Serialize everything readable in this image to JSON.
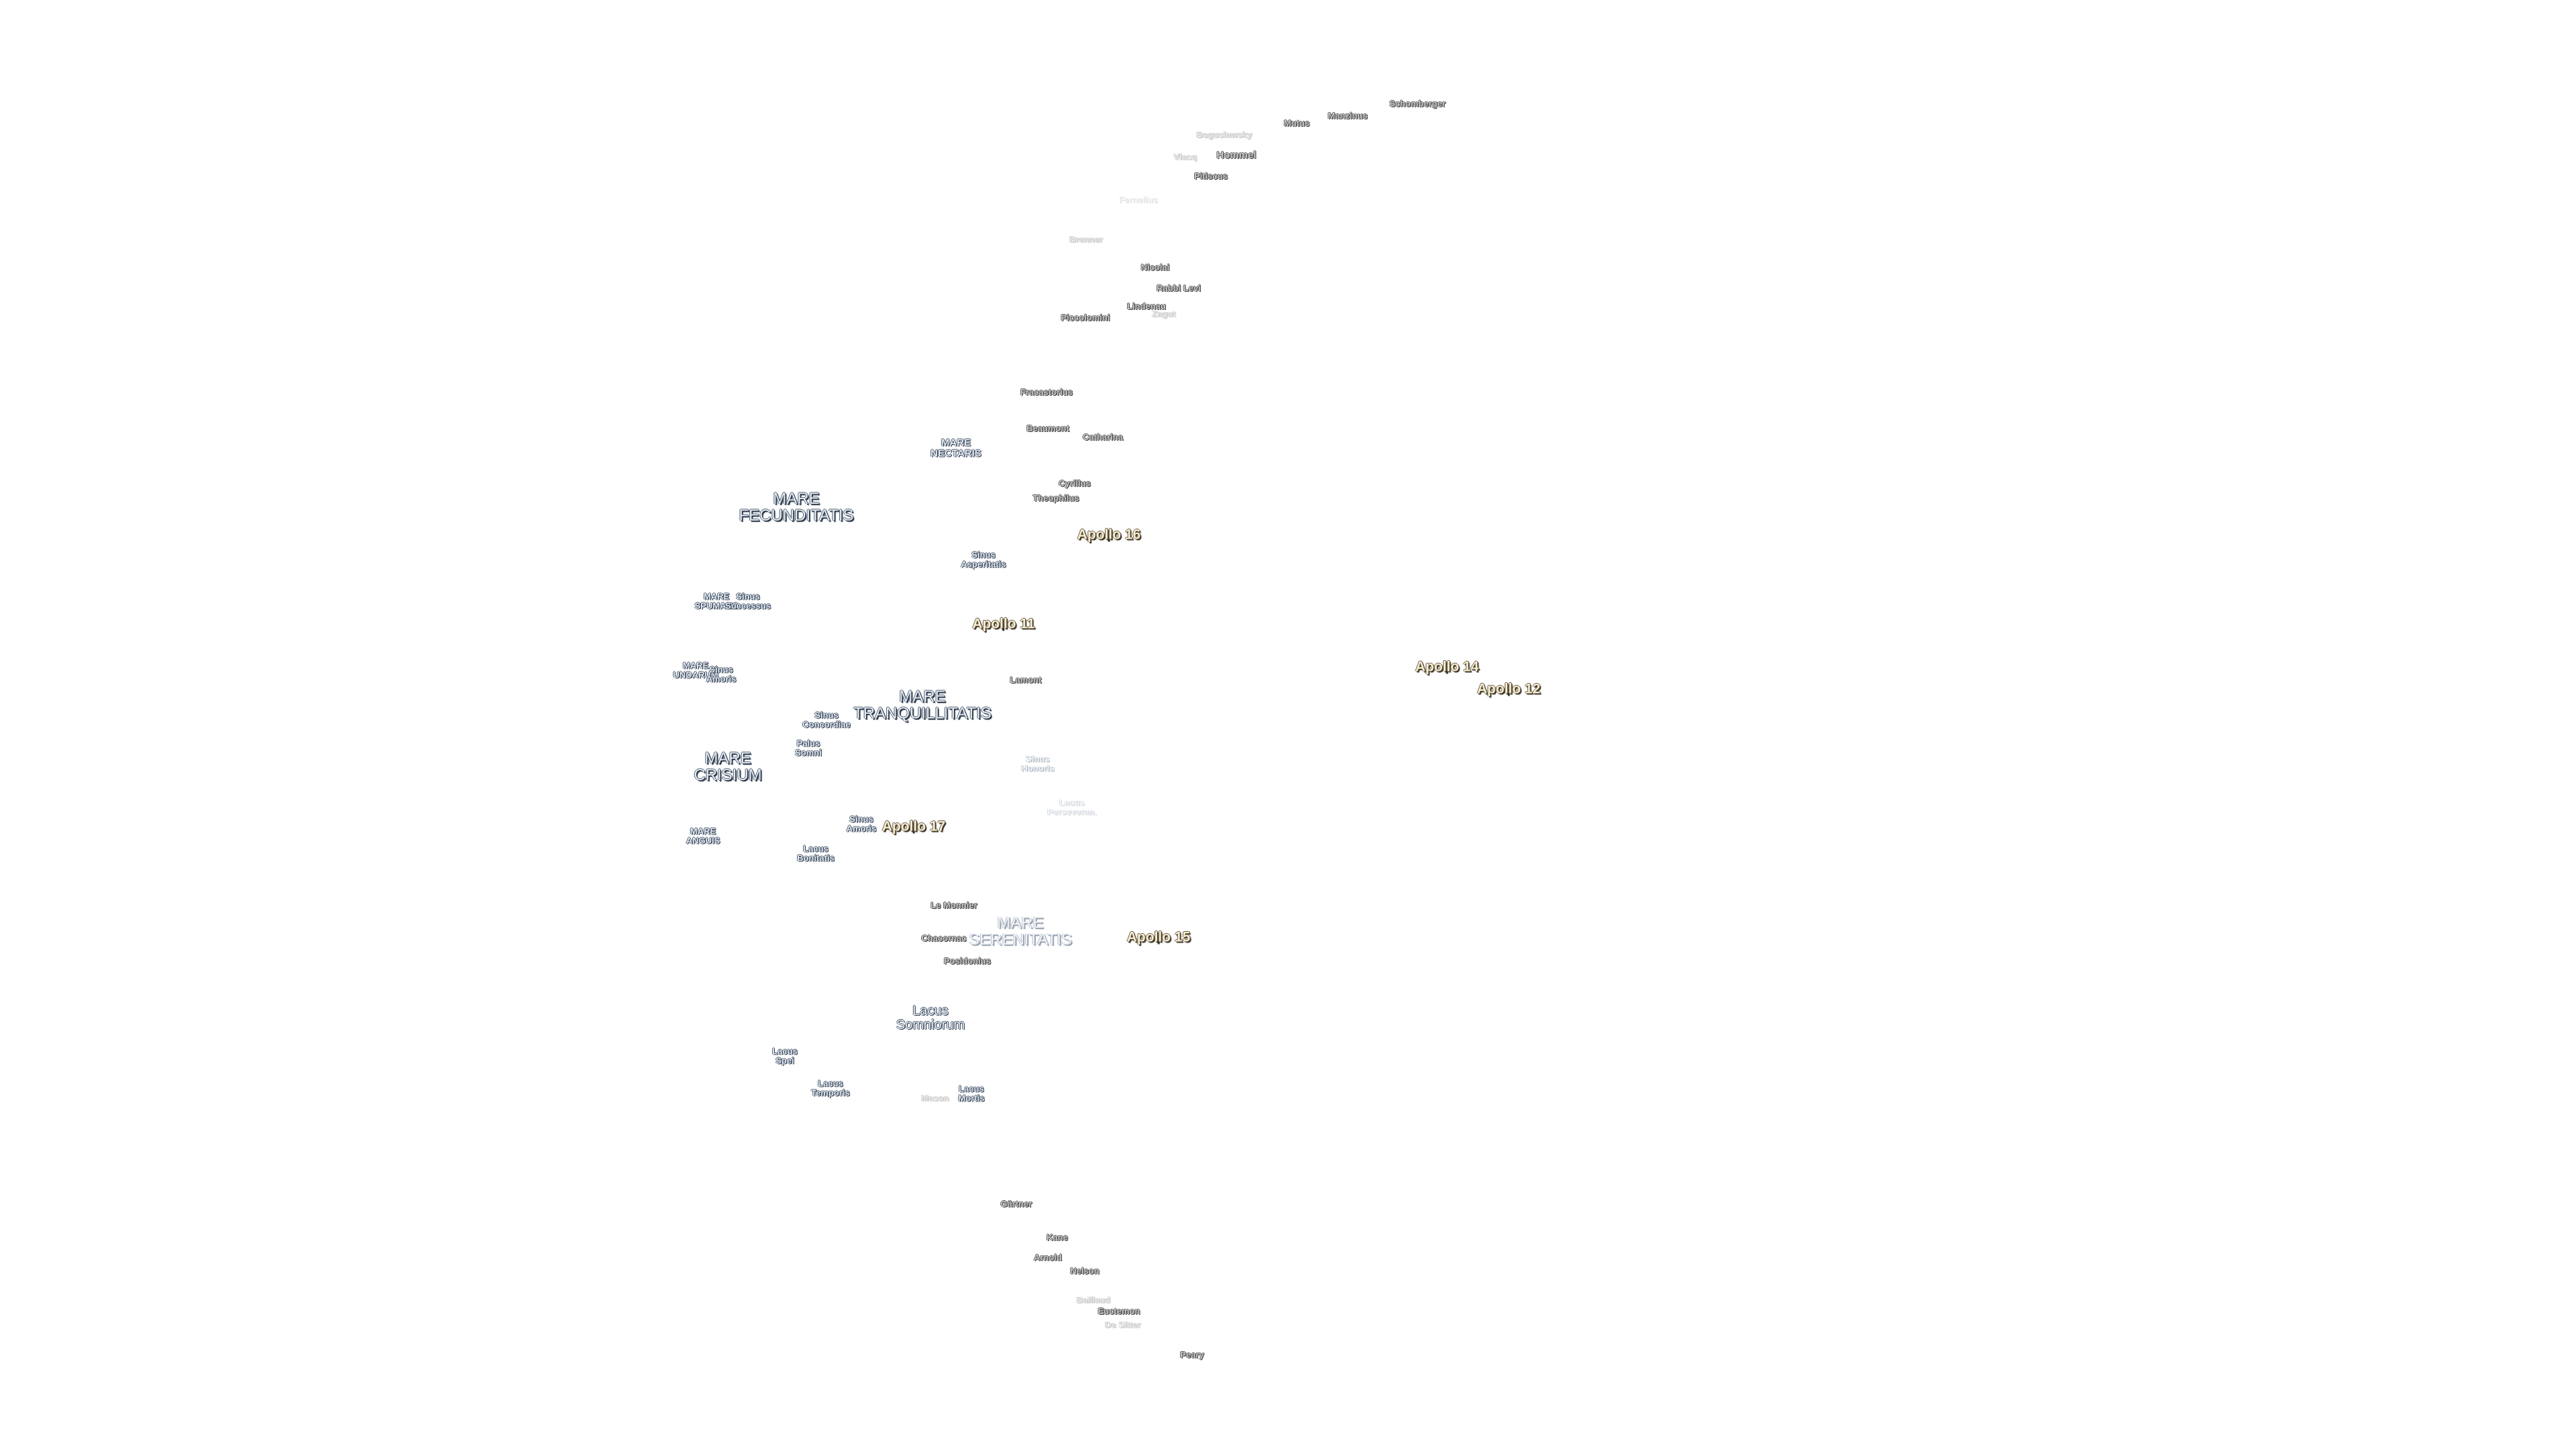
{
  "map": {
    "title": "",
    "labels": {
      "schomberger": "Schomberger",
      "manzinus": "Manzinus",
      "mutus": "Mutus",
      "boguslawsky": "Boguslawsky",
      "hommel": "Hommel",
      "vlacq": "Vlacq",
      "pitiscus": "Pitiscus",
      "fernelius": "Fernelius",
      "brenner": "Brenner",
      "nicolai": "Nicolai",
      "rabbi_levi": "Rabbi Levi",
      "lindenau": "Lindenau",
      "zagut": "Zagut",
      "piccolomini": "Piccolomini",
      "fracastorius": "Fracastorius",
      "beaumont": "Beaumont",
      "catharina": "Catharina",
      "mare_nectaris": "MARE\nNECTARIS",
      "cyrillus": "Cyrillus",
      "theophilus": "Theophilus",
      "mare_fecunditatis": "MARE\nFECUNDITATIS",
      "apollo_16": "Apollo 16",
      "sinus_asperitatis": "Sinus\nAsperitatis",
      "mare_spumans": "MARE\nSPUMANS",
      "sinus_successus": "Sinus\nSuccessus",
      "apollo_11": "Apollo 11",
      "mare_undarum": "MARE\nUNDARUM",
      "sinus_concordiae_small": "Sinus\nAmoris",
      "lamont": "Lamont",
      "apollo_14": "Apollo 14",
      "apollo_12": "Apollo 12",
      "mare_tranquillitatis": "MARE\nTRANQUILLITATIS",
      "sinus_concordiae": "Sinus\nConcordiae",
      "palus_somni": "Palus\nSomni",
      "sinus_honoris": "Sinus\nHonoris",
      "mare_crisium": "MARE\nCRISIUM",
      "lacus_faint": "Lacus\nPerseveran.",
      "sinus_amoris": "Sinus\nAmoris",
      "apollo_17": "Apollo 17",
      "mare_anguis": "MARE\nANGUIS",
      "lacus_bonitatis": "Lacus\nBonitatis",
      "le_monnier": "Le Monnier",
      "mare_serenitatis": "MARE\nSERENITATIS",
      "chacornac": "Chacornac",
      "apollo_15": "Apollo 15",
      "posidonius": "Posidonius",
      "lacus_somniorum": "Lacus\nSomniorum",
      "lacus_spei": "Lacus\nSpei",
      "lacus_temporis": "Lacus\nTemporis",
      "lacus_mortis": "Lacus\nMortis",
      "mason": "Mason",
      "gartner": "Gärtner",
      "kane": "Kane",
      "arnold": "Arnold",
      "nelson": "Nelson",
      "baillaud": "Baillaud",
      "euctemon": "Euctemon",
      "de_sitter": "De Sitter",
      "peary": "Peary"
    }
  },
  "colors": {
    "background": "#ffffff",
    "crater_fill": "#c6c6c6",
    "sea_fill": "#e9eef5",
    "apollo_fill": "#f6ecd2"
  }
}
